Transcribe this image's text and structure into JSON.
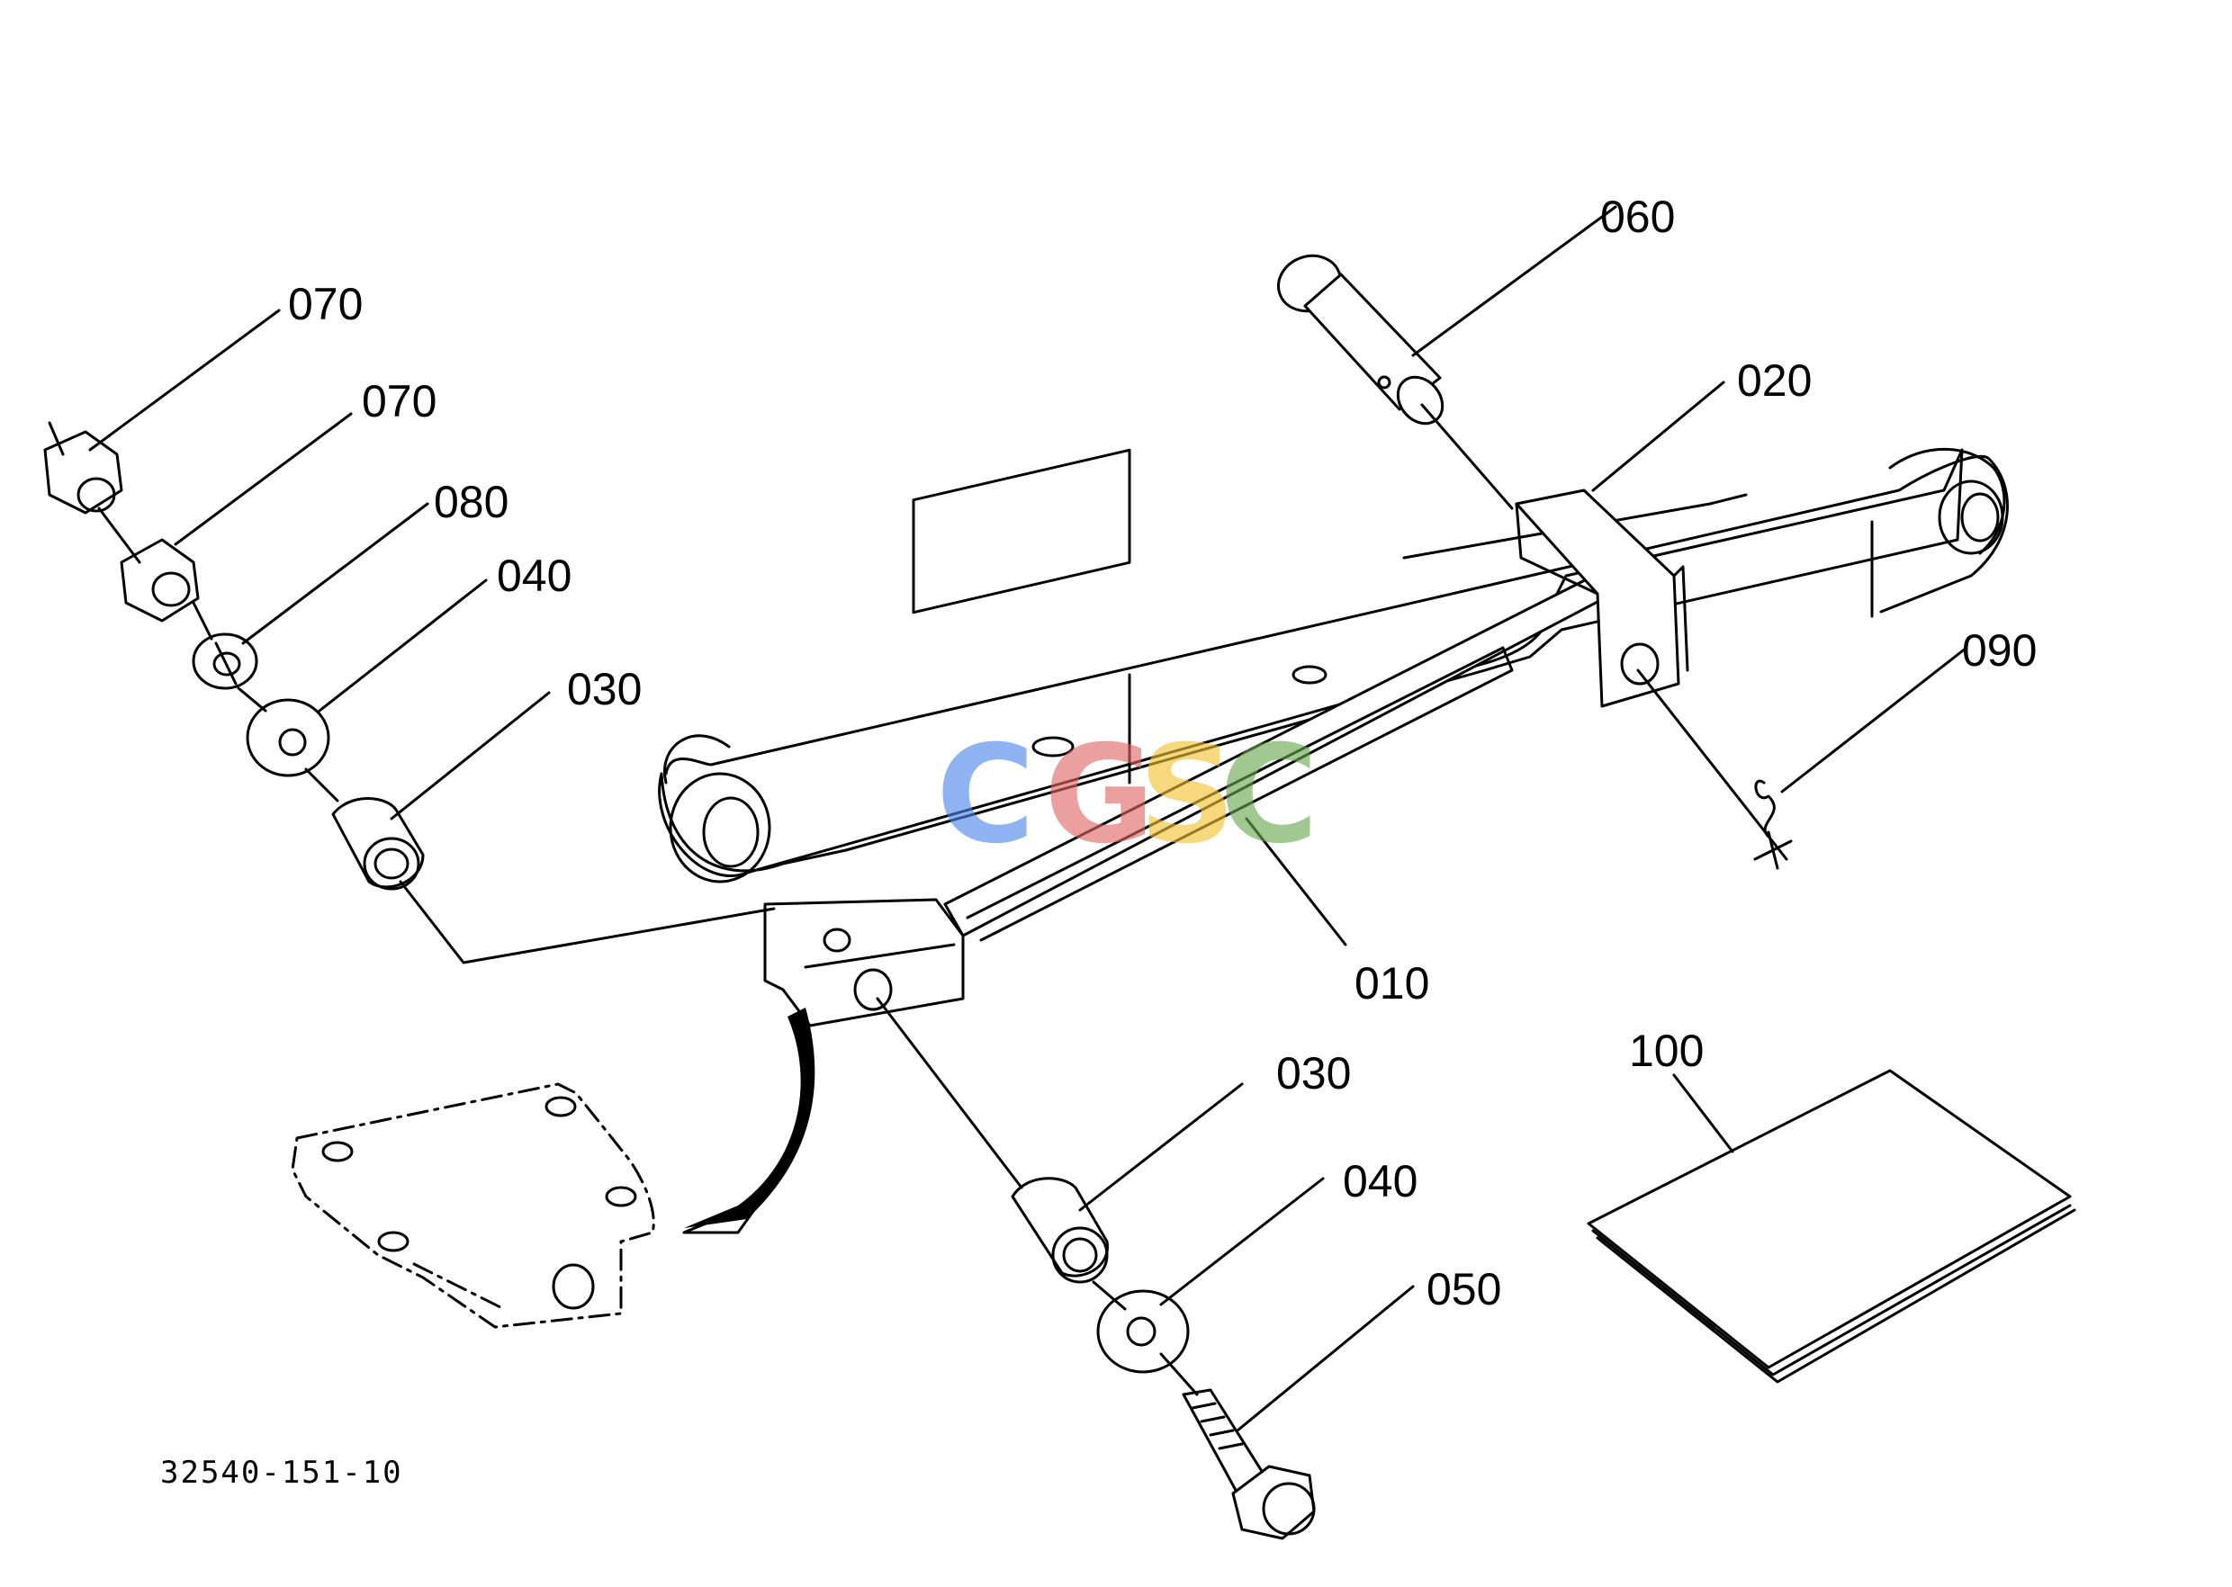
{
  "diagram": {
    "drawing_number": "32540-151-10",
    "callouts": {
      "c010": "010",
      "c020": "020",
      "c030a": "030",
      "c030b": "030",
      "c040a": "040",
      "c040b": "040",
      "c050": "050",
      "c060": "060",
      "c070a": "070",
      "c070b": "070",
      "c080": "080",
      "c090": "090",
      "c100": "100"
    },
    "watermark": {
      "letters": [
        "C",
        "G",
        "S",
        "C"
      ],
      "colors": [
        "#4a86e8",
        "#e06666",
        "#f1c232",
        "#6aa84f"
      ]
    }
  }
}
